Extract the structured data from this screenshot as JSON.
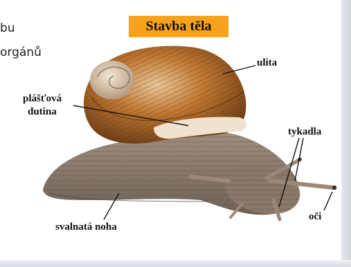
{
  "side_text": {
    "line1": "bu",
    "line2": "orgánů"
  },
  "title": "Stavba těla",
  "labels": {
    "ulita": "ulita",
    "plastova_line1": "plášťová",
    "plastova_line2": "dutina",
    "tykadla": "tykadla",
    "oci": "oči",
    "svalnata_noha": "svalnatá noha"
  },
  "colors": {
    "title_bg": "#f7a21a",
    "shell_dark": "#6a3a14",
    "shell_mid": "#b4682a",
    "shell_light": "#e3bd86",
    "body": "#8f7d6c",
    "body_dark": "#5f5247"
  }
}
